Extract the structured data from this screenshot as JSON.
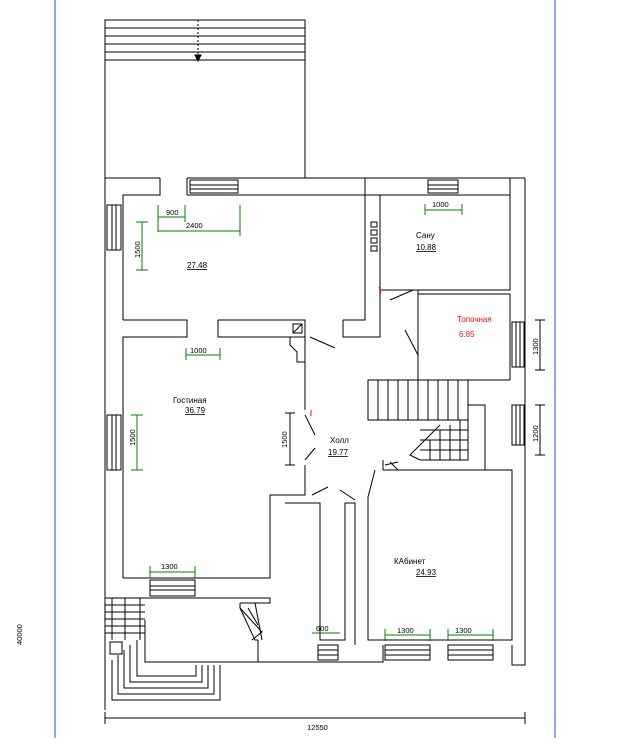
{
  "colors": {
    "wall": "#000000",
    "dimension_green": "#008000",
    "frame_blue": "#1f4fd8",
    "accent_red": "#e01010"
  },
  "rooms": [
    {
      "id": "room-top",
      "name": "",
      "area": "27.48"
    },
    {
      "id": "living",
      "name": "Гостиная",
      "area": "36.79"
    },
    {
      "id": "bath",
      "name": "Сану",
      "area": "10.88"
    },
    {
      "id": "boiler",
      "name": "Топочная",
      "area": "6.85"
    },
    {
      "id": "hall",
      "name": "Холл",
      "area": "19.77"
    },
    {
      "id": "office",
      "name": "КАбинет",
      "area": "24.93"
    }
  ],
  "dimensions": {
    "d900": "900",
    "d2400": "2400",
    "d1500_top": "1500",
    "d1000_bath": "1000",
    "d1300_boiler": "1300",
    "d1000_living": "1000",
    "d1500_living": "1500",
    "d1500_hall": "1500",
    "d1200_stair": "1200",
    "d1300_living_bottom": "1300",
    "d600": "600",
    "d1300_office_a": "1300",
    "d1300_office_b": "1300",
    "total_width": "12550",
    "total_height": "40000"
  }
}
